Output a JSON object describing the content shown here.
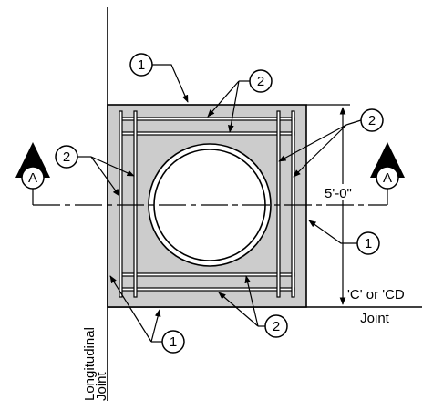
{
  "callouts": {
    "one_top": "1",
    "one_right": "1",
    "one_bottom": "1",
    "two_top": "2",
    "two_left": "2",
    "two_right": "2",
    "two_bottom": "2"
  },
  "section_markers": {
    "left": "A",
    "right": "A"
  },
  "dimension": {
    "height": "5'-0\""
  },
  "labels": {
    "joint_type": "'C' or 'CD",
    "joint": "Joint",
    "longitudinal_line1": "Longitudinal",
    "longitudinal_line2": "Joint"
  },
  "colors": {
    "slab_fill": "#cccccc",
    "line": "#000000",
    "background": "#ffffff"
  }
}
